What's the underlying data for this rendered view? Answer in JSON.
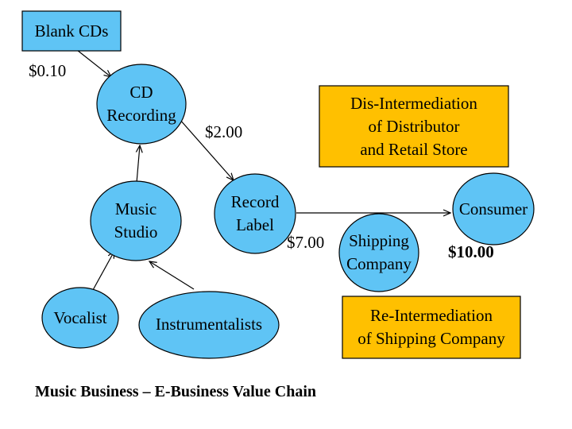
{
  "title": "Music Business – E-Business Value Chain",
  "colors": {
    "node_fill": "#5fc4f5",
    "note_fill": "#ffc000",
    "stroke": "#000000",
    "background": "#ffffff"
  },
  "nodes": {
    "blank_cds": "Blank CDs",
    "cd_recording": "CD\nRecording",
    "music_studio": "Music\nStudio",
    "record_label": "Record\nLabel",
    "consumer": "Consumer",
    "shipping_company": "Shipping\nCompany",
    "vocalist": "Vocalist",
    "instrumentalists": "Instrumentalists"
  },
  "notes": {
    "disintermediation": "Dis-Intermediation\nof Distributor\nand Retail Store",
    "reintermediation": "Re-Intermediation\nof Shipping Company"
  },
  "prices": {
    "blank_cds": "$0.10",
    "cd_recording": "$2.00",
    "record_label": "$7.00",
    "consumer": "$10.00"
  }
}
